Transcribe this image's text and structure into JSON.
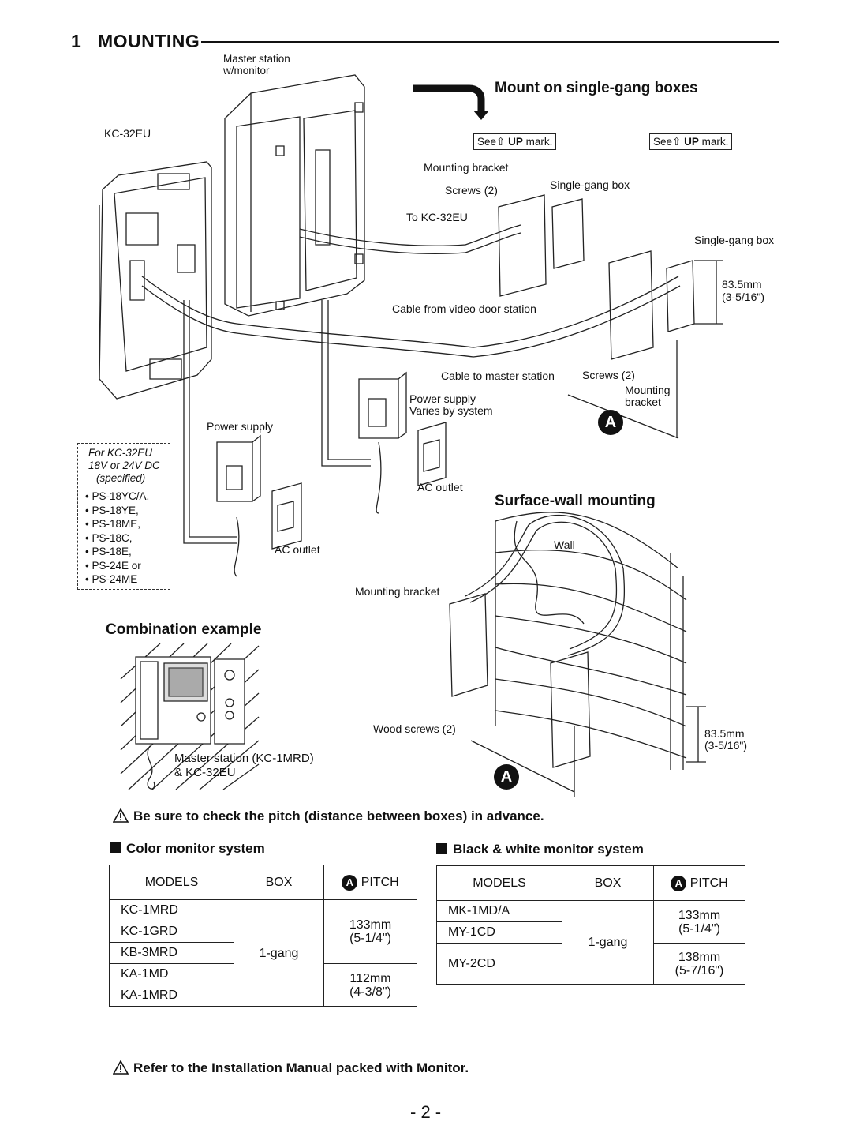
{
  "header": {
    "number": "1",
    "title": "MOUNTING"
  },
  "single_gang": {
    "title": "Mount on single-gang boxes",
    "see_up_mark": {
      "prefix": "See",
      "up": "UP",
      "suffix": "mark."
    },
    "labels": {
      "mounting_bracket": "Mounting bracket",
      "screws": "Screws (2)",
      "single_gang_box_1": "Single-gang box",
      "to_kc32eu": "To KC-32EU",
      "single_gang_box_2": "Single-gang box",
      "dim_mm": "83.5mm",
      "dim_in": "(3-5/16\")",
      "cable_video_door": "Cable from video door station",
      "cable_master": "Cable to master station",
      "screws_2": "Screws (2)",
      "mounting_bracket_2a": "Mounting",
      "mounting_bracket_2b": "bracket",
      "marker": "A"
    }
  },
  "left_diagram": {
    "master_station_1": "Master station",
    "master_station_2": "w/monitor",
    "kc32eu": "KC-32EU",
    "power_supply_left": "Power supply",
    "ac_outlet_left": "AC outlet",
    "power_supply_mid_1": "Power supply",
    "power_supply_mid_2": "Varies by system",
    "ac_outlet_mid": "AC outlet"
  },
  "power_box": {
    "line1": "For KC-32EU",
    "line2": "18V or 24V DC",
    "line3": "(specified)",
    "models": [
      "PS-18YC/A,",
      "PS-18YE,",
      "PS-18ME,",
      "PS-18C,",
      "PS-18E,",
      "PS-24E or",
      "PS-24ME"
    ]
  },
  "surface_wall": {
    "title": "Surface-wall mounting",
    "wall": "Wall",
    "mounting_bracket": "Mounting bracket",
    "wood_screws": "Wood screws (2)",
    "dim_mm": "83.5mm",
    "dim_in": "(3-5/16\")",
    "marker": "A"
  },
  "combination": {
    "title": "Combination example",
    "caption_1": "Master station (KC-1MRD)",
    "caption_2": "& KC-32EU"
  },
  "pitch_note": "Be sure to check the pitch (distance between boxes) in advance.",
  "color_table": {
    "title": "Color monitor system",
    "headers": [
      "MODELS",
      "BOX",
      "PITCH"
    ],
    "pitch_marker": "A",
    "models": [
      "KC-1MRD",
      "KC-1GRD",
      "KB-3MRD",
      "KA-1MD",
      "KA-1MRD"
    ],
    "box": "1-gang",
    "pitch_1_mm": "133mm",
    "pitch_1_in": "(5-1/4\")",
    "pitch_2_mm": "112mm",
    "pitch_2_in": "(4-3/8\")"
  },
  "bw_table": {
    "title": "Black & white monitor system",
    "headers": [
      "MODELS",
      "BOX",
      "PITCH"
    ],
    "pitch_marker": "A",
    "models": [
      "MK-1MD/A",
      "MY-1CD",
      "MY-2CD"
    ],
    "box": "1-gang",
    "pitch_1_mm": "133mm",
    "pitch_1_in": "(5-1/4\")",
    "pitch_2_mm": "138mm",
    "pitch_2_in": "(5-7/16\")"
  },
  "refer_note": "Refer to the Installation Manual packed with Monitor.",
  "page_number": "- 2 -"
}
